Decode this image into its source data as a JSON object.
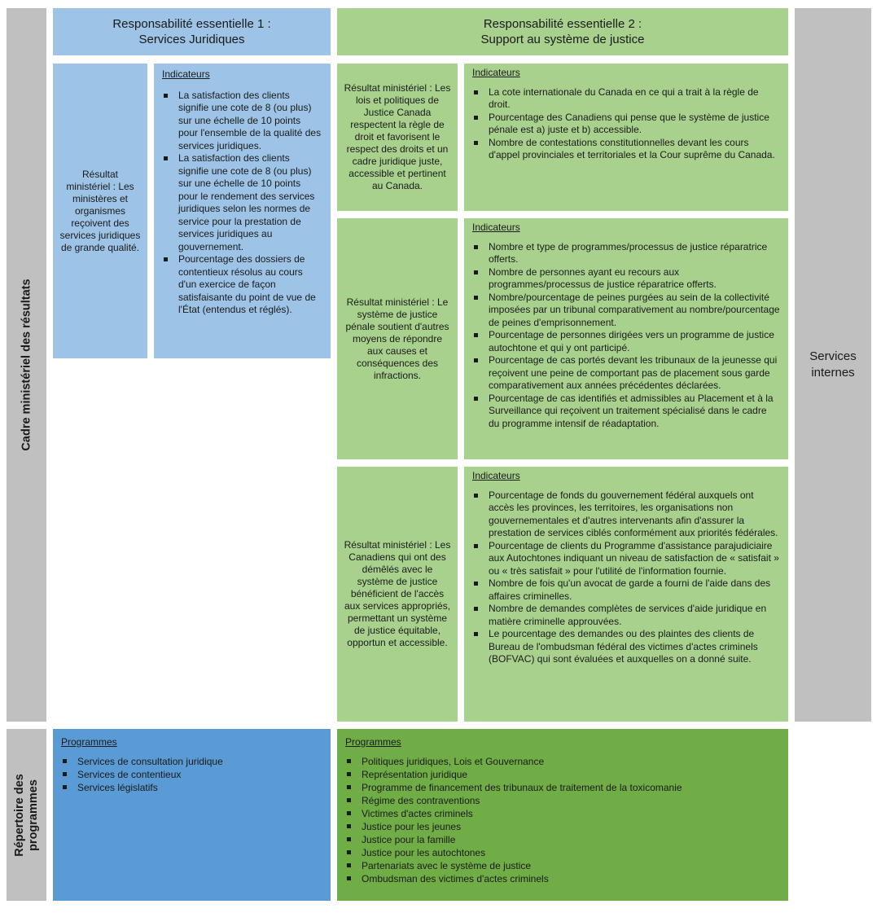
{
  "left_labels": {
    "cadre": "Cadre ministériel des résultats",
    "repertoire_line1": "Répertoire des",
    "repertoire_line2": "programmes"
  },
  "headers": {
    "r1_line1": "Responsabilité essentielle 1 :",
    "r1_line2": "Services Juridiques",
    "r2_line1": "Responsabilité essentielle 2 :",
    "r2_line2": "Support au système de justice"
  },
  "services_internes": {
    "line1": "Services",
    "line2": "internes"
  },
  "r1": {
    "result": "Résultat ministériel : Les ministères et organismes reçoivent des services juridiques de grande qualité.",
    "indicators_title": "Indicateurs",
    "indicators": [
      "La satisfaction des clients signifie une cote de 8 (ou plus) sur une échelle de 10 points pour l'ensemble de la qualité des services juridiques.",
      "La satisfaction des clients signifie une cote de 8 (ou plus) sur une échelle de 10 points pour le rendement des services juridiques selon les normes de service pour la prestation de services juridiques au gouvernement.",
      "Pourcentage des dossiers de contentieux résolus au cours d'un exercice de façon satisfaisante du point de vue de l'État (entendus et réglés)."
    ]
  },
  "r2": [
    {
      "result": "Résultat ministériel : Les lois et politiques de Justice Canada respectent la règle de droit et favorisent le respect des droits et un cadre juridique juste, accessible et pertinent au Canada.",
      "indicators_title": "Indicateurs",
      "indicators": [
        "La cote internationale du Canada en ce qui a trait à la règle de droit.",
        "Pourcentage des Canadiens qui pense que le système de justice pénale est a) juste et b) accessible.",
        "Nombre de contestations constitutionnelles devant les cours d'appel provinciales et territoriales et la Cour suprême du Canada."
      ]
    },
    {
      "result": "Résultat ministériel : Le système de justice pénale soutient d'autres moyens de répondre aux causes et conséquences des infractions.",
      "indicators_title": "Indicateurs",
      "indicators": [
        "Nombre et type de programmes/processus de justice réparatrice offerts.",
        "Nombre de personnes ayant eu recours aux programmes/processus de justice réparatrice offerts.",
        "Nombre/pourcentage de peines purgées au sein de la collectivité imposées par un tribunal comparativement au nombre/pourcentage de peines d'emprisonnement.",
        "Pourcentage de personnes dirigées vers un programme de justice autochtone et qui y ont participé.",
        "Pourcentage de cas portés devant les tribunaux de la jeunesse qui reçoivent une peine de comportant pas de placement sous garde comparativement aux années précédentes déclarées.",
        "Pourcentage de cas identifiés et admissibles au Placement et à la Surveillance qui reçoivent un traitement spécialisé dans le cadre du programme intensif de réadaptation."
      ]
    },
    {
      "result": "Résultat ministériel : Les Canadiens qui ont des démêlés avec le système de justice bénéficient de l'accès aux services appropriés, permettant un système de justice équitable, opportun et accessible.",
      "indicators_title": "Indicateurs",
      "indicators": [
        "Pourcentage de fonds du gouvernement fédéral auxquels ont accès les provinces, les territoires, les organisations non gouvernementales et d'autres intervenants afin d'assurer la prestation de services ciblés conformément aux priorités fédérales.",
        "Pourcentage de clients du Programme d'assistance parajudiciaire aux Autochtones indiquant un niveau de satisfaction de « satisfait » ou « très satisfait » pour l'utilité de l'information fournie.",
        "Nombre de fois qu'un avocat de garde a fourni de l'aide dans des affaires criminelles.",
        "Nombre de demandes complètes de services d'aide juridique en matière criminelle approuvées.",
        "Le pourcentage des demandes ou des plaintes des clients de Bureau de l'ombudsman fédéral des victimes d'actes criminels (BOFVAC) qui sont évaluées et auxquelles on a donné suite."
      ]
    }
  ],
  "programs1": {
    "title": "Programmes",
    "items": [
      "Services de consultation juridique",
      "Services de contentieux",
      "Services législatifs"
    ]
  },
  "programs2": {
    "title": "Programmes",
    "items": [
      "Politiques juridiques, Lois et Gouvernance",
      "Représentation juridique",
      "Programme de financement des tribunaux de traitement de la toxicomanie",
      "Régime des contraventions",
      "Victimes d'actes criminels",
      "Justice pour les jeunes",
      "Justice pour la famille",
      "Justice pour les autochtones",
      "Partenariats avec le système de justice",
      "Ombudsman des victimes d'actes criminels"
    ]
  }
}
